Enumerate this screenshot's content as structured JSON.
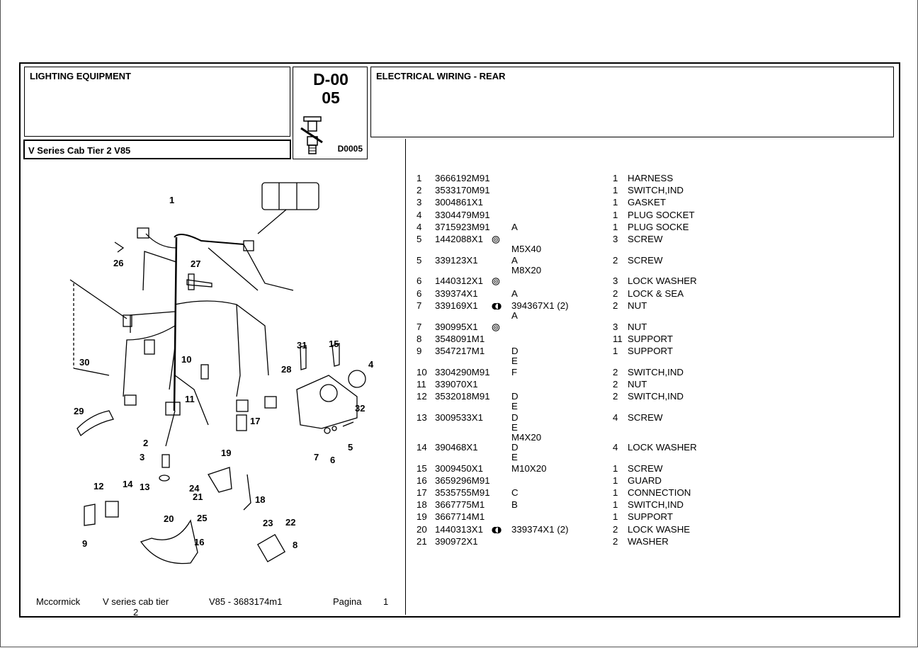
{
  "header": {
    "section_title": "LIGHTING EQUIPMENT",
    "code_line1": "D-00",
    "code_line2": "05",
    "code_small": "D0005",
    "group_title": "ELECTRICAL WIRING - REAR",
    "model": "V Series Cab Tier 2  V85"
  },
  "footer": {
    "brand": "Mccormick",
    "series_line1": "V series cab tier",
    "series_line2": "2",
    "doc_ref": "V85 - 3683174m1",
    "page_label": "Pagina",
    "page_number": "1"
  },
  "diagram": {
    "callouts": [
      "1",
      "2",
      "3",
      "4",
      "5",
      "6",
      "7",
      "8",
      "9",
      "10",
      "11",
      "12",
      "13",
      "14",
      "15",
      "16",
      "17",
      "18",
      "19",
      "20",
      "21",
      "22",
      "23",
      "24",
      "25",
      "26",
      "27",
      "28",
      "29",
      "30",
      "31",
      "32"
    ]
  },
  "parts": [
    {
      "no": "1",
      "pn": "3666192M91",
      "sym": "",
      "n1": "",
      "extra": [],
      "qty": "1",
      "desc": "HARNESS"
    },
    {
      "no": "2",
      "pn": "3533170M91",
      "sym": "",
      "n1": "",
      "extra": [],
      "qty": "1",
      "desc": "SWITCH,IND"
    },
    {
      "no": "3",
      "pn": "3004861X1",
      "sym": "",
      "n1": "",
      "extra": [],
      "qty": "1",
      "desc": "GASKET"
    },
    {
      "no": "4",
      "pn": "3304479M91",
      "sym": "",
      "n1": "",
      "extra": [],
      "qty": "1",
      "desc": "PLUG SOCKET"
    },
    {
      "no": "4",
      "pn": "3715923M91",
      "sym": "",
      "n1": "A",
      "extra": [],
      "qty": "1",
      "desc": "PLUG SOCKE"
    },
    {
      "no": "5",
      "pn": "1442088X1",
      "sym": "iso",
      "n1": "",
      "extra": [
        "M5X40"
      ],
      "qty": "3",
      "desc": "SCREW"
    },
    {
      "no": "5",
      "pn": "339123X1",
      "sym": "",
      "n1": "A",
      "extra": [
        "M8X20"
      ],
      "qty": "2",
      "desc": "SCREW"
    },
    {
      "no": "6",
      "pn": "1440312X1",
      "sym": "iso",
      "n1": "",
      "extra": [],
      "qty": "3",
      "desc": "LOCK WASHER"
    },
    {
      "no": "6",
      "pn": "339374X1",
      "sym": "",
      "n1": "A",
      "extra": [],
      "qty": "2",
      "desc": "LOCK & SEA"
    },
    {
      "no": "7",
      "pn": "339169X1",
      "sym": "half",
      "n1": "394367X1  (2)",
      "extra": [
        "A"
      ],
      "qty": "2",
      "desc": "NUT"
    },
    {
      "no": "7",
      "pn": "390995X1",
      "sym": "iso",
      "n1": "",
      "extra": [],
      "qty": "3",
      "desc": "NUT"
    },
    {
      "no": "8",
      "pn": "3548091M1",
      "sym": "",
      "n1": "",
      "extra": [],
      "qty": "11",
      "desc": "SUPPORT"
    },
    {
      "no": "9",
      "pn": "3547217M1",
      "sym": "",
      "n1": "D",
      "extra": [
        "E"
      ],
      "qty": "1",
      "desc": "SUPPORT"
    },
    {
      "no": "10",
      "pn": "3304290M91",
      "sym": "",
      "n1": "F",
      "extra": [],
      "qty": "2",
      "desc": "SWITCH,IND"
    },
    {
      "no": "11",
      "pn": "339070X1",
      "sym": "",
      "n1": "",
      "extra": [],
      "qty": "2",
      "desc": "NUT"
    },
    {
      "no": "12",
      "pn": "3532018M91",
      "sym": "",
      "n1": "D",
      "extra": [
        "E"
      ],
      "qty": "2",
      "desc": "SWITCH,IND"
    },
    {
      "no": "13",
      "pn": "3009533X1",
      "sym": "",
      "n1": "D",
      "extra": [
        "E",
        "M4X20"
      ],
      "qty": "4",
      "desc": "SCREW"
    },
    {
      "no": "14",
      "pn": "390468X1",
      "sym": "",
      "n1": "D",
      "extra": [
        "E"
      ],
      "qty": "4",
      "desc": "LOCK WASHER"
    },
    {
      "no": "15",
      "pn": "3009450X1",
      "sym": "",
      "n1": "M10X20",
      "extra": [],
      "qty": "1",
      "desc": "SCREW"
    },
    {
      "no": "16",
      "pn": "3659296M91",
      "sym": "",
      "n1": "",
      "extra": [],
      "qty": "1",
      "desc": "GUARD"
    },
    {
      "no": "17",
      "pn": "3535755M91",
      "sym": "",
      "n1": "C",
      "extra": [],
      "qty": "1",
      "desc": "CONNECTION"
    },
    {
      "no": "18",
      "pn": "3667775M1",
      "sym": "",
      "n1": "B",
      "extra": [],
      "qty": "1",
      "desc": "SWITCH,IND"
    },
    {
      "no": "19",
      "pn": "3667714M1",
      "sym": "",
      "n1": "",
      "extra": [],
      "qty": "1",
      "desc": "SUPPORT"
    },
    {
      "no": "20",
      "pn": "1440313X1",
      "sym": "half",
      "n1": "339374X1  (2)",
      "extra": [],
      "qty": "2",
      "desc": "LOCK WASHE"
    },
    {
      "no": "21",
      "pn": "390972X1",
      "sym": "",
      "n1": "",
      "extra": [],
      "qty": "2",
      "desc": "WASHER"
    }
  ]
}
